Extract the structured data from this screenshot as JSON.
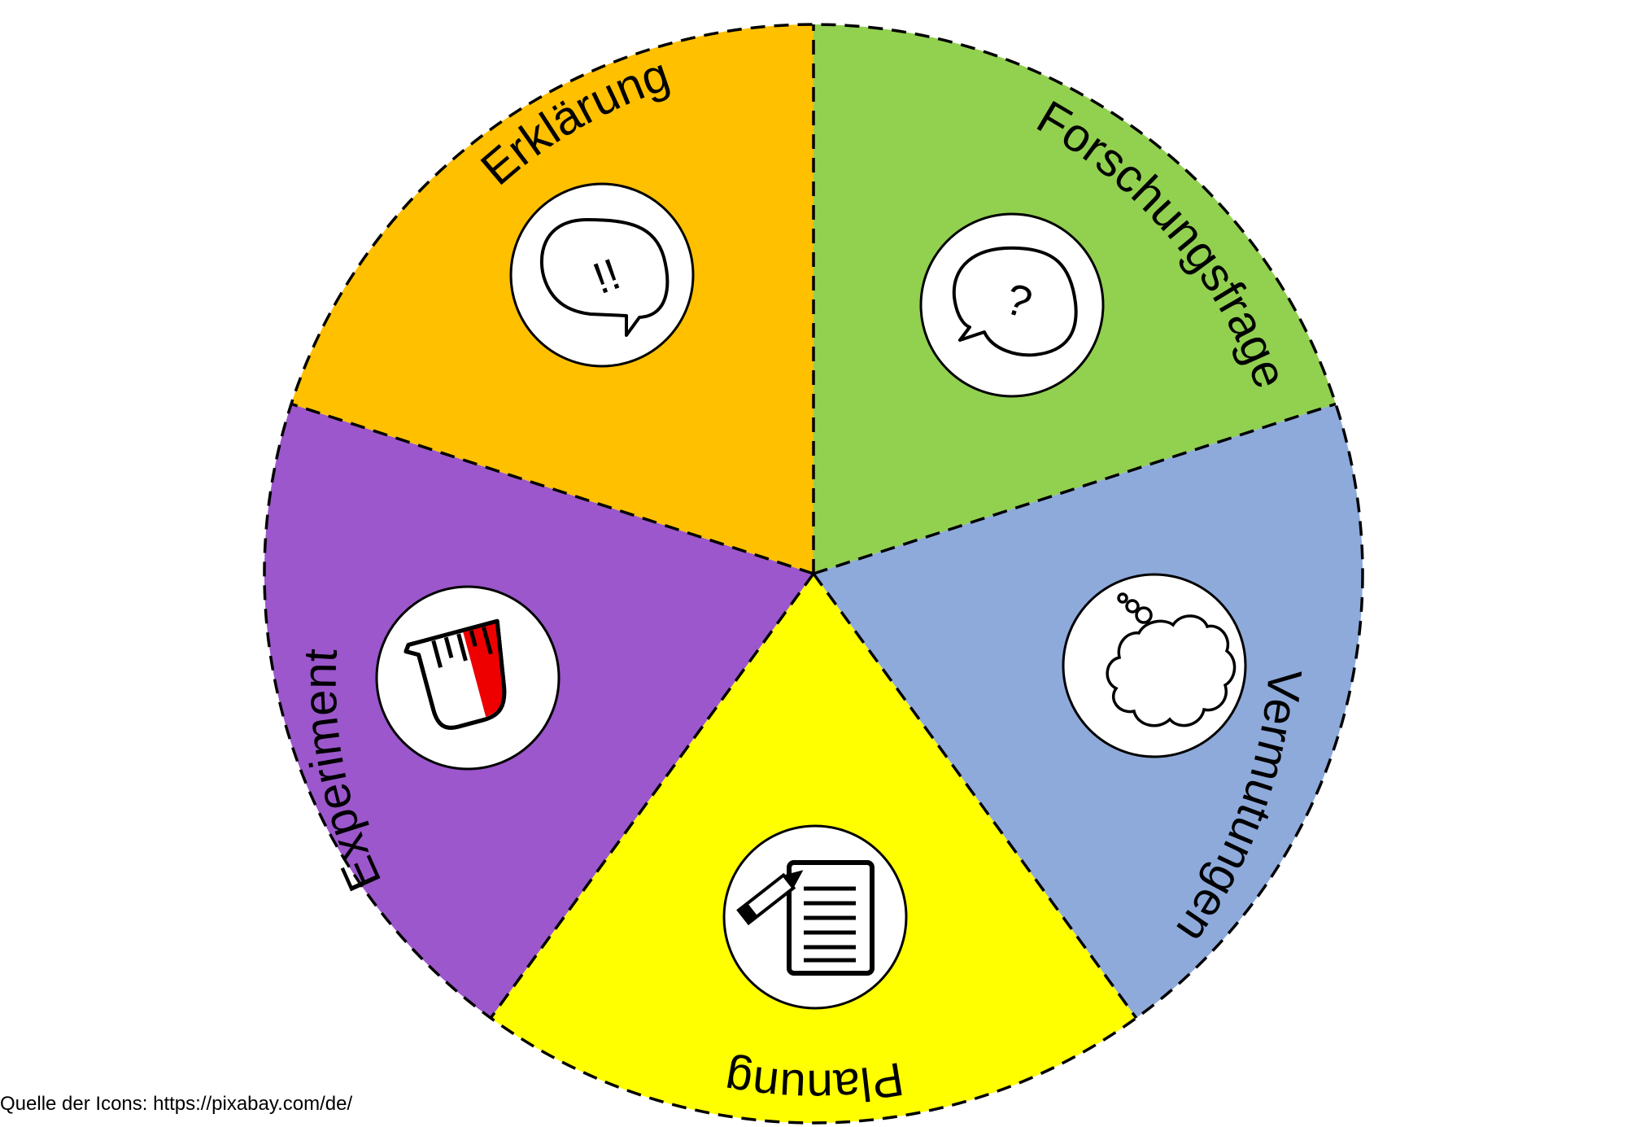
{
  "wheel": {
    "segments": [
      {
        "id": "forschungsfrage",
        "label": "Forschungsfrage",
        "color": "#92D050",
        "icon": "question-speech-bubble-icon"
      },
      {
        "id": "vermutungen",
        "label": "Vermutungen",
        "color": "#8EAADB",
        "icon": "thought-cloud-icon"
      },
      {
        "id": "planung",
        "label": "Planung",
        "color": "#FFFF00",
        "icon": "checklist-pencil-icon"
      },
      {
        "id": "experiment",
        "label": "Experiment",
        "color": "#9B57CB",
        "icon": "beaker-icon"
      },
      {
        "id": "erklaerung",
        "label": "Erklärung",
        "color": "#FFC000",
        "icon": "exclamation-speech-bubble-icon"
      }
    ],
    "icon_glyphs": {
      "question": "?",
      "exclamation": "!!"
    },
    "beaker_fill_color": "#EE0000"
  },
  "caption": "Quelle der Icons: https://pixabay.com/de/"
}
